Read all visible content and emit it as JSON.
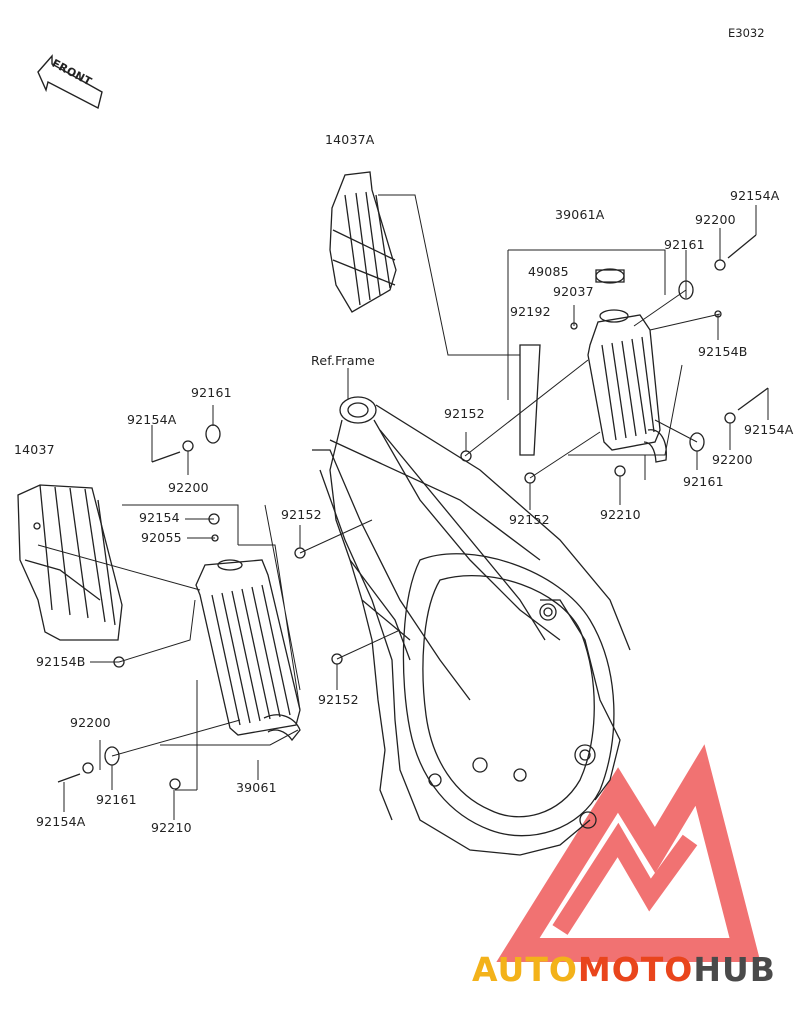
{
  "diagram_code": "E3032",
  "front_label": "FRONT",
  "ref_frame_label": "Ref.Frame",
  "watermark": {
    "part1": "AUTO",
    "part2": "MOTO",
    "part3": "HUB"
  },
  "colors": {
    "line": "#222222",
    "watermark_red": "#ef5a5a",
    "auto": "#f3b21a",
    "moto": "#e9451c",
    "hub": "#4a4a4a"
  },
  "labels": {
    "p14037A": "14037A",
    "p39061A": "39061A",
    "p92154A_tr": "92154A",
    "p92200_tr": "92200",
    "p92161_tr": "92161",
    "p49085": "49085",
    "p92037": "92037",
    "p92192": "92192",
    "p92154B_r": "92154B",
    "p92152_r": "92152",
    "p92154A_r": "92154A",
    "p92200_r": "92200",
    "p92161_r": "92161",
    "p92152_rl": "92152",
    "p92210_r": "92210",
    "p92161_l": "92161",
    "p92154A_l": "92154A",
    "p92200_l": "92200",
    "p14037": "14037",
    "p92154": "92154",
    "p92055": "92055",
    "p92152_lt": "92152",
    "p92154B_l": "92154B",
    "p92152_lm": "92152",
    "p92200_bl": "92200",
    "p92161_bl": "92161",
    "p92154A_bl": "92154A",
    "p92210_bl": "92210",
    "p39061": "39061"
  }
}
